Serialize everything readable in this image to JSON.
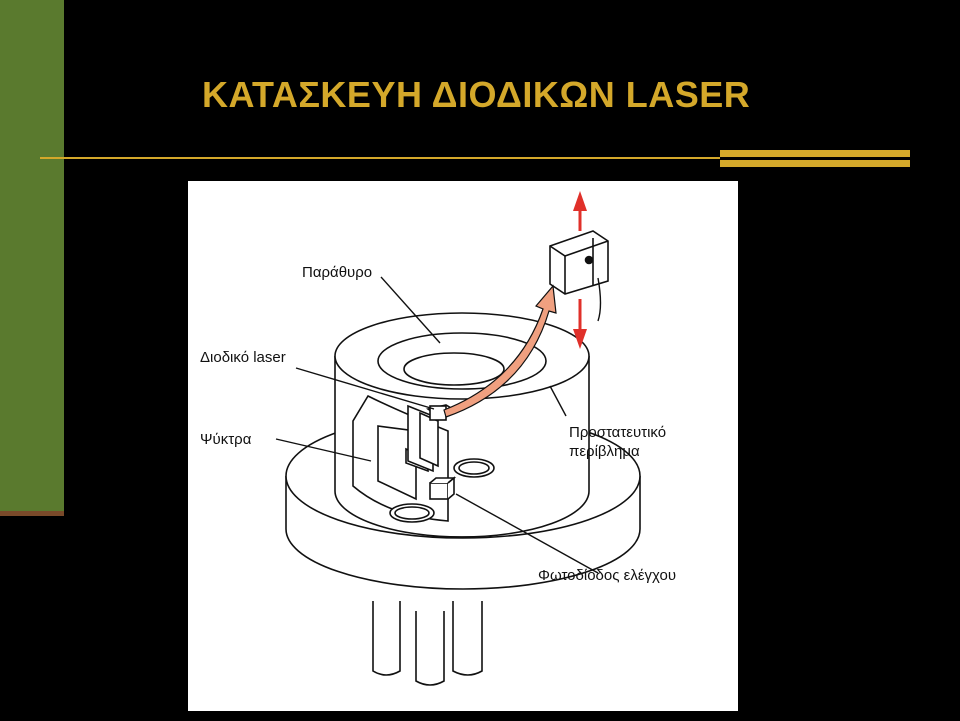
{
  "slide": {
    "title": "ΚΑΤΑΣΚΕΥΗ ΔΙΟΔΙΚΩΝ LASER"
  },
  "diagram": {
    "labels": {
      "window": "Παράθυρο",
      "laser_diode": "Διοδικό laser",
      "heat_sink": "Ψύκτρα",
      "protective_case_line1": "Προστατευτικό",
      "protective_case_line2": "περίβλημα",
      "photodiode": "Φωτοδίοδος ελέγχου"
    },
    "colors": {
      "title": "#d4a82a",
      "arrow_red": "#e0302a",
      "beam_orange": "#f0a080"
    }
  }
}
